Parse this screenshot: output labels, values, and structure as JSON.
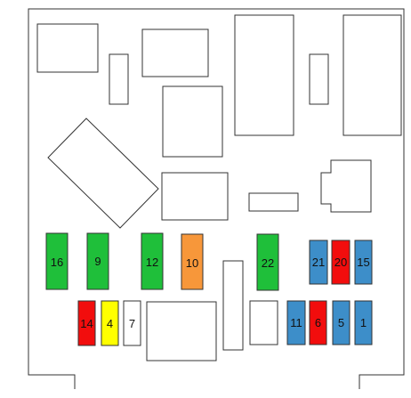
{
  "colors": {
    "green": "#1fbf3a",
    "blue": "#3d8ec9",
    "red": "#f20d0d",
    "orange": "#f7973a",
    "yellow": "#ffff00",
    "white": "#ffffff",
    "stroke": "#333333"
  },
  "fuses": [
    {
      "label": "16",
      "color": "green"
    },
    {
      "label": "9",
      "color": "green"
    },
    {
      "label": "12",
      "color": "green"
    },
    {
      "label": "10",
      "color": "orange"
    },
    {
      "label": "22",
      "color": "green"
    },
    {
      "label": "21",
      "color": "blue"
    },
    {
      "label": "20",
      "color": "red"
    },
    {
      "label": "15",
      "color": "blue"
    },
    {
      "label": "14",
      "color": "red"
    },
    {
      "label": "4",
      "color": "yellow"
    },
    {
      "label": "7",
      "color": "white"
    },
    {
      "label": "11",
      "color": "blue"
    },
    {
      "label": "6",
      "color": "red"
    },
    {
      "label": "5",
      "color": "blue"
    },
    {
      "label": "1",
      "color": "blue"
    }
  ]
}
